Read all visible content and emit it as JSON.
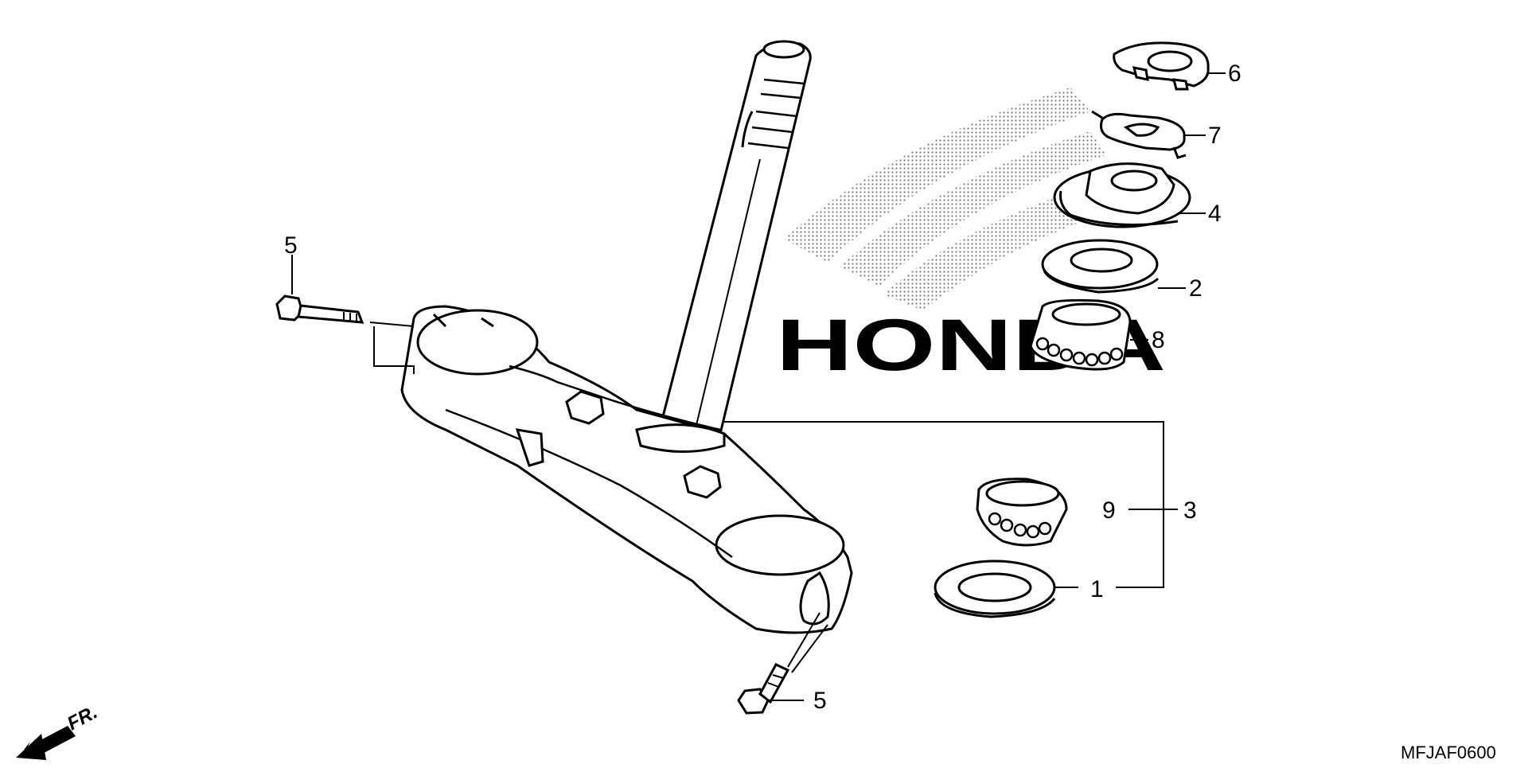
{
  "diagram": {
    "watermark": "HONDA",
    "drawing_code": "MFJAF0600",
    "front_indicator": "FR.",
    "callouts": {
      "bolt_upper": "5",
      "bolt_lower": "5",
      "lock_nut": "6",
      "lock_washer": "7",
      "adjust_nut": "4",
      "dust_seal": "2",
      "upper_bearing": "8",
      "lower_bearing": "9",
      "bearing_set": "3",
      "lower_race": "1"
    }
  }
}
